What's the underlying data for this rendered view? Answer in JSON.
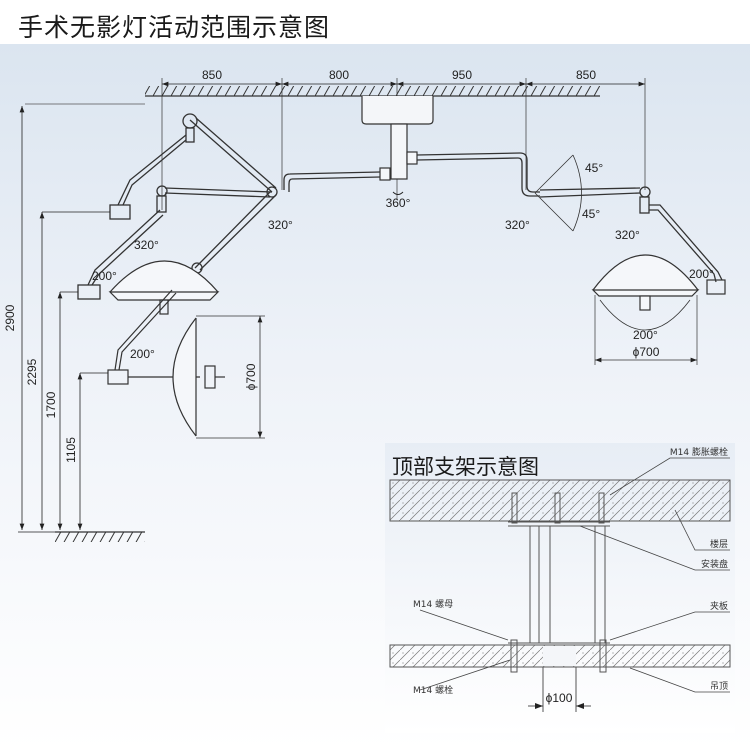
{
  "title": "手术无影灯活动范围示意图",
  "main_diagram": {
    "horizontal_dims": [
      "850",
      "800",
      "950",
      "850"
    ],
    "vertical_dims": [
      "2900",
      "2295",
      "1700",
      "1105"
    ],
    "rotation_labels": {
      "hub": "360°",
      "left_joint": "320°",
      "right_joint": "320°",
      "left_upper_yoke": "320°",
      "right_yoke": "320°",
      "left_lamp_tilt": "200°",
      "lower_lamp_tilt": "200°",
      "right_lamp_tilt": "200°",
      "right_lamp_swing": "200°",
      "arm_up": "45°",
      "arm_down": "45°"
    },
    "lamp_diameter_left": "ϕ700",
    "lamp_diameter_right": "ϕ700"
  },
  "inset": {
    "title": "顶部支架示意图",
    "labels": {
      "expansion_bolt": "M14 膨胀螺栓",
      "floor_slab": "楼层",
      "mounting_plate": "安装盘",
      "nut": "M14 螺母",
      "clamp_plate": "夹板",
      "bolt": "M14 螺栓",
      "suspended_ceiling": "吊顶"
    },
    "hole_diameter": "ϕ100"
  }
}
